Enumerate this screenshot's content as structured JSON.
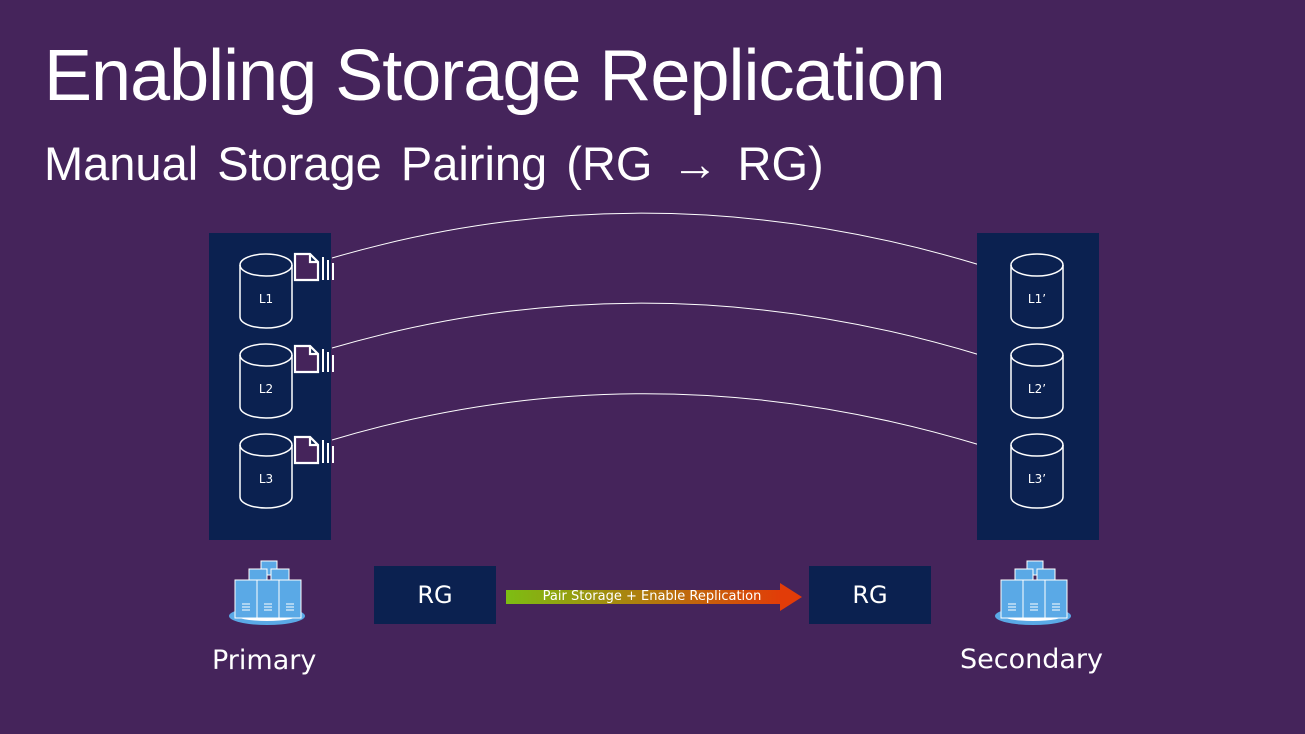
{
  "title": "Enabling Storage Replication",
  "subtitle": "Manual Storage Pairing (RG → RG)",
  "primary": {
    "label": "Primary",
    "disks": [
      "L1",
      "L2",
      "L3"
    ],
    "group_label": "RG"
  },
  "secondary": {
    "label": "Secondary",
    "disks": [
      "L1’",
      "L2’",
      "L3’"
    ],
    "group_label": "RG"
  },
  "arrow": {
    "label": "Pair Storage + Enable Replication",
    "gradient_start": "#7dbd13",
    "gradient_end": "#e23c08"
  },
  "colors": {
    "background": "#45245b",
    "box": "#0b2150",
    "server": "#5aa9e6"
  },
  "icons": {
    "disk": "database-cylinder-icon",
    "docs": "documents-stack-icon",
    "server": "server-cluster-icon"
  }
}
